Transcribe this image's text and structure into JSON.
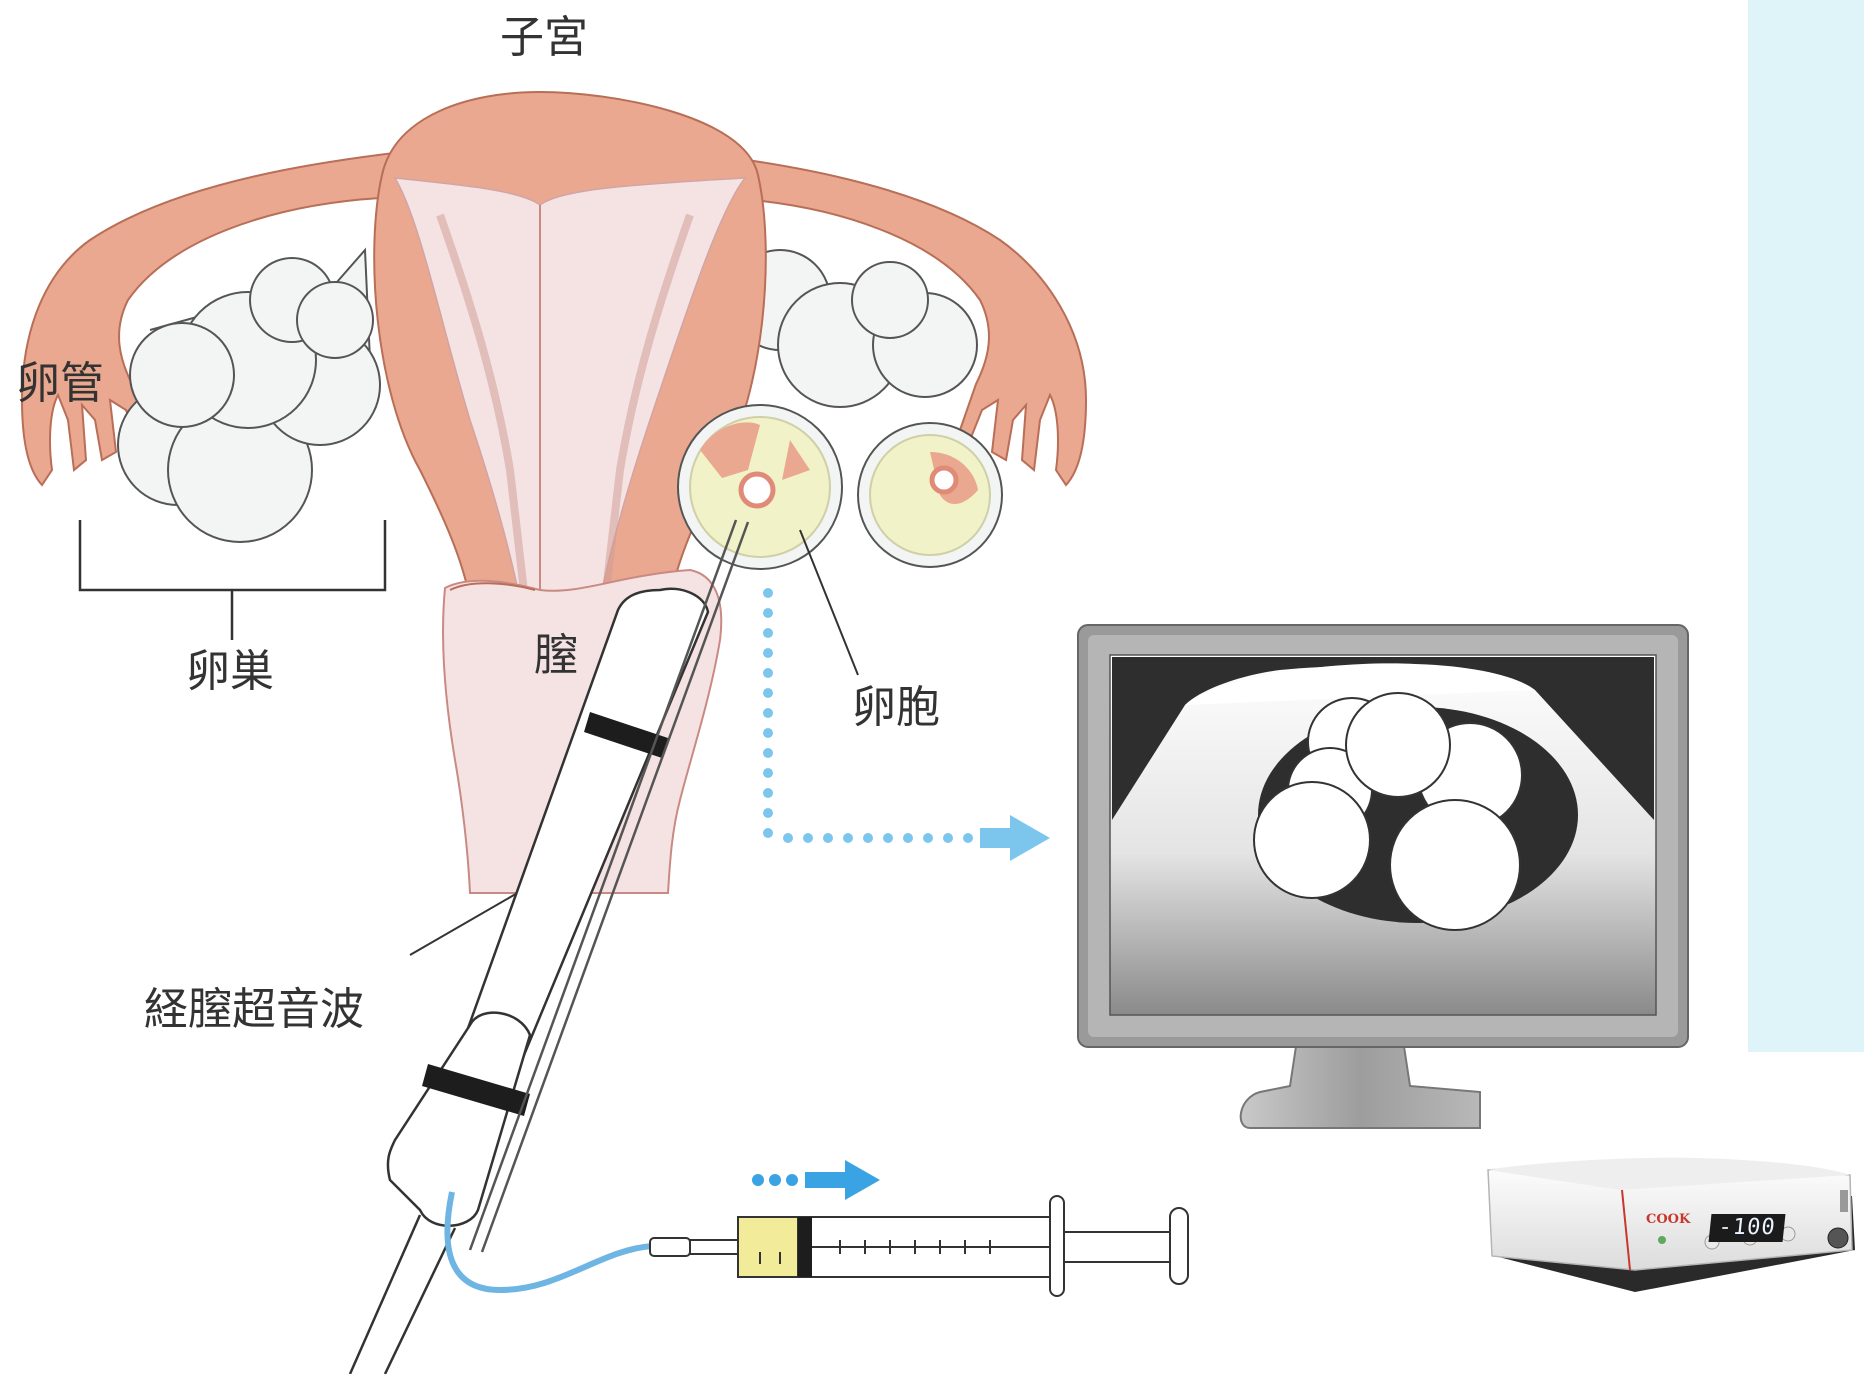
{
  "labels": {
    "uterus": "子宮",
    "fallopian_tube": "卵管",
    "ovary": "卵巣",
    "vagina": "膣",
    "follicle": "卵胞",
    "transvaginal_ultrasound": "経膣超音波"
  },
  "pump": {
    "brand": "COOK",
    "display_value": "-100"
  },
  "colors": {
    "uterus_wall": "#e9a88f",
    "uterus_inner": "#f5e3e3",
    "ovary_fill": "#f3f5f4",
    "side_panel": "#dff4f8",
    "arrow_blue": "#7cc6ee",
    "tube_blue": "#6fb5e3",
    "syringe_fluid": "#f2ec9a",
    "monitor_frame": "#9a9a9a"
  },
  "icons": {
    "flow_arrow_to_monitor": "dotted-arrow-right-icon",
    "flow_arrow_aspiration": "dotted-arrow-right-icon"
  }
}
